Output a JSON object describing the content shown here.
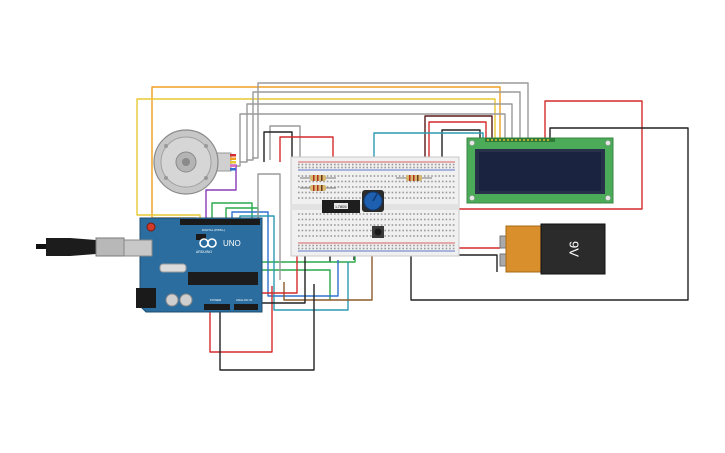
{
  "arduino": {
    "brand": "ARDUINO",
    "model": "UNO",
    "header_digital": "DIGITAL (PWM~)",
    "header_power": "POWER",
    "header_analog": "ANALOG IN"
  },
  "lcd": {
    "text": ""
  },
  "battery": {
    "label": "9V"
  },
  "regulator": {
    "label": "L7805"
  },
  "colors": {
    "board": "#2a6d9e",
    "breadboard": "#f0f0f0",
    "lcd_frame": "#4cab58",
    "lcd_screen": "#1a2440",
    "battery_body": "#2b2b2b",
    "battery_cap": "#d98f2b"
  }
}
